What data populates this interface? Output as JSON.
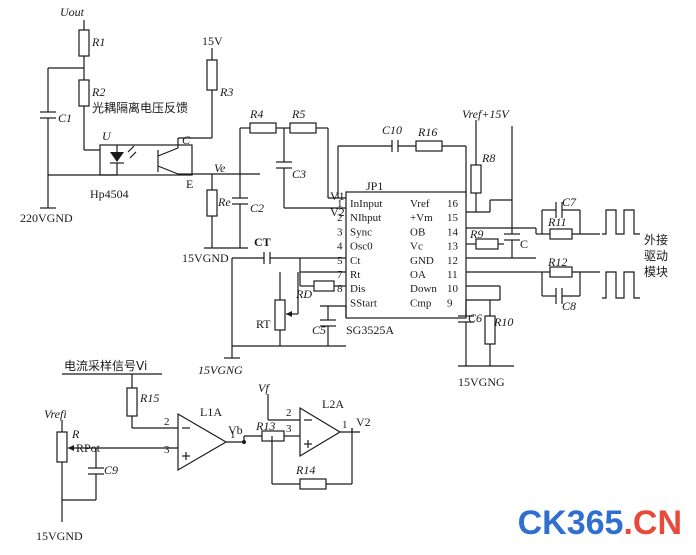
{
  "labels": {
    "uout": "Uout",
    "r1": "R1",
    "r2": "R2",
    "c1": "C1",
    "v15_top": "15V",
    "r3": "R3",
    "feedback_text": "光耦隔离电压反馈",
    "u": "U",
    "c_pin": "C",
    "ve": "Ve",
    "e_pin": "E",
    "hp4504": "Hp4504",
    "gnd220": "220VGND",
    "re": "Re",
    "c2": "C2",
    "gnd15_a": "15VGND",
    "r4": "R4",
    "r5": "R5",
    "c3": "C3",
    "c10": "C10",
    "r16": "R16",
    "vref15": "Vref+15V",
    "r8": "R8",
    "v1": "V1",
    "v2": "V2",
    "ct": "CT",
    "rd": "RD",
    "rt": "RT",
    "c5": "C5",
    "gng": "15VGNG",
    "r9": "R9",
    "c_cap": "C",
    "c7": "C7",
    "r11": "R11",
    "r12": "R12",
    "c8": "C8",
    "c6": "C6",
    "r10": "R10",
    "gnd15_b": "15VGNG",
    "drive_1": "外接",
    "drive_2": "驱动",
    "drive_3": "模块",
    "current_signal": "电流采样信号Vi",
    "r15": "R15",
    "l1a": "L1A",
    "vf": "Vf",
    "l2a": "L2A",
    "vb": "Vb",
    "r13": "R13",
    "v2_out": "V2",
    "vrefi": "Vrefi",
    "r": "R",
    "rpot": "RPot",
    "c9": "C9",
    "r14": "R14",
    "gnd15_c": "15VGND",
    "op_in2": "2",
    "op_in3": "3",
    "op_out1": "1",
    "op2_in2": "2",
    "op2_in3": "3",
    "op2_out1": "1"
  },
  "ic": {
    "ref": "JP1",
    "part": "SG3525A",
    "left_pins": [
      {
        "num": "1",
        "name": "InInput"
      },
      {
        "num": "2",
        "name": "NIhput"
      },
      {
        "num": "3",
        "name": "Sync"
      },
      {
        "num": "4",
        "name": "Osc0"
      },
      {
        "num": "5",
        "name": "Ct"
      },
      {
        "num": "7",
        "name": "Rt"
      },
      {
        "num": "8",
        "name": "Dis"
      },
      {
        "num": "",
        "name": "SStart"
      }
    ],
    "right_pins": [
      {
        "num": "16",
        "name": "Vref"
      },
      {
        "num": "15",
        "name": "+Vm"
      },
      {
        "num": "14",
        "name": "OB"
      },
      {
        "num": "13",
        "name": "Vc"
      },
      {
        "num": "12",
        "name": "GND"
      },
      {
        "num": "11",
        "name": "OA"
      },
      {
        "num": "10",
        "name": "Down"
      },
      {
        "num": "9",
        "name": "Cmp"
      }
    ]
  },
  "watermark": {
    "ck": "CK365",
    "dot": ".",
    "cn": "CN"
  }
}
